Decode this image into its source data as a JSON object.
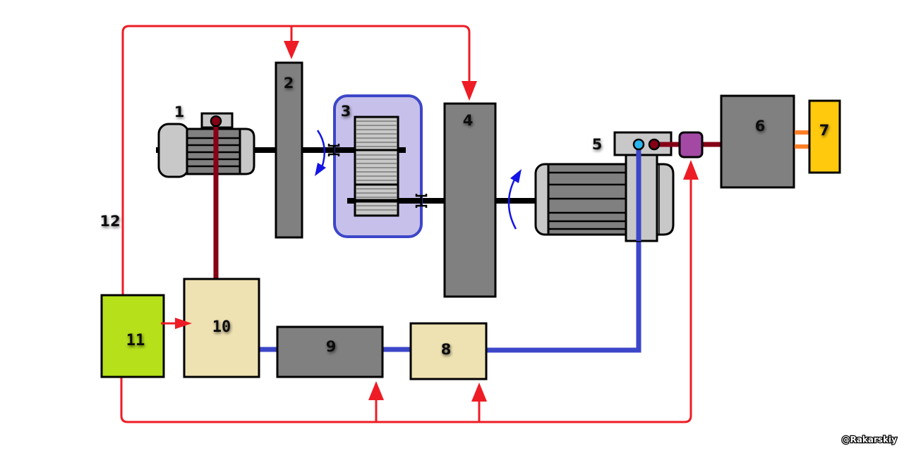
{
  "diagram": {
    "type": "schematic",
    "title": "",
    "colors": {
      "control_line": "#ee1c25",
      "hydraulic_line": "#3c46c8",
      "power_line": "#850016",
      "shaft": "#000000",
      "rotation_arrow": "#1414e6",
      "grey_block": "#808080",
      "motor_body": "#c8c8c8",
      "beige_block": "#efe2b2",
      "green_block": "#b5e01a",
      "yellow_block": "#ffc90e",
      "gearbox_housing_fill": "#c6c0ea",
      "gearbox_housing_border": "#3c46c8",
      "connector_purple": "#a349a4",
      "port_blue": "#29b6f0",
      "port_red": "#850016",
      "orange_link": "#ff7f27"
    },
    "components": [
      {
        "id": "1",
        "label": "1",
        "kind": "electric motor"
      },
      {
        "id": "2",
        "label": "2",
        "kind": "block"
      },
      {
        "id": "3",
        "label": "3",
        "kind": "gearbox"
      },
      {
        "id": "4",
        "label": "4",
        "kind": "block"
      },
      {
        "id": "5",
        "label": "5",
        "kind": "motor"
      },
      {
        "id": "6",
        "label": "6",
        "kind": "block"
      },
      {
        "id": "7",
        "label": "7",
        "kind": "block"
      },
      {
        "id": "8",
        "label": "8",
        "kind": "block"
      },
      {
        "id": "9",
        "label": "9",
        "kind": "block"
      },
      {
        "id": "10",
        "label": "10",
        "kind": "block"
      },
      {
        "id": "11",
        "label": "11",
        "kind": "controller"
      },
      {
        "id": "12",
        "label": "12",
        "kind": "control line"
      }
    ],
    "connections": [
      {
        "from": "11",
        "to": "2",
        "type": "control"
      },
      {
        "from": "11",
        "to": "4",
        "type": "control"
      },
      {
        "from": "11",
        "to": "10",
        "type": "control"
      },
      {
        "from": "11",
        "to": "9",
        "type": "control"
      },
      {
        "from": "11",
        "to": "8",
        "type": "control"
      },
      {
        "from": "11",
        "to": "5-connector",
        "type": "control"
      },
      {
        "from": "1",
        "to": "10",
        "type": "power"
      },
      {
        "from": "5",
        "to": "6",
        "type": "power"
      },
      {
        "from": "6",
        "to": "7",
        "type": "link"
      },
      {
        "from": "10",
        "to": "9",
        "type": "hydraulic"
      },
      {
        "from": "9",
        "to": "8",
        "type": "hydraulic"
      },
      {
        "from": "8",
        "to": "5",
        "type": "hydraulic"
      },
      {
        "from": "1",
        "to": "3",
        "type": "shaft"
      },
      {
        "from": "3",
        "to": "5",
        "type": "shaft"
      }
    ],
    "watermark": "@Rakarskiy"
  }
}
